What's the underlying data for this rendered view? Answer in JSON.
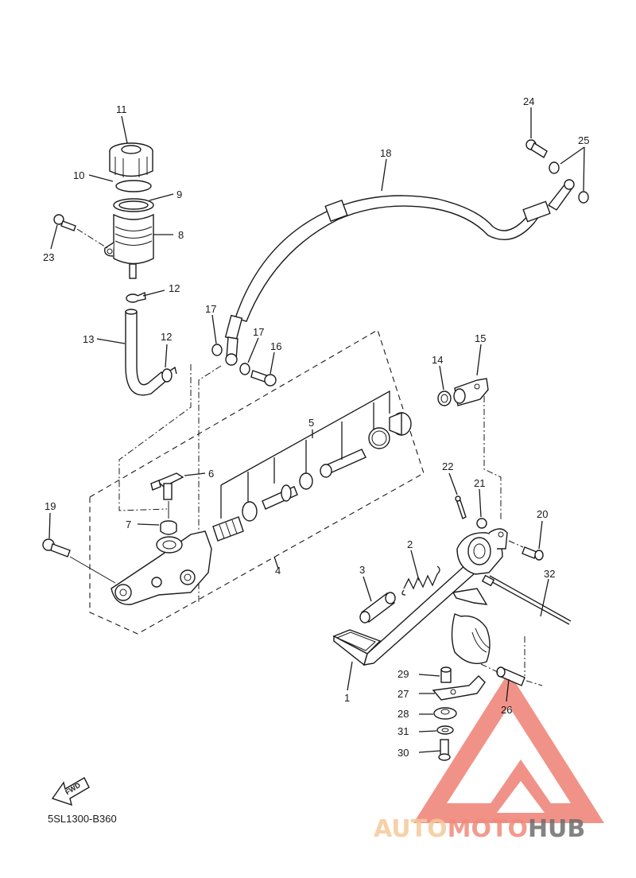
{
  "diagram_code": "5SL1300-B360",
  "fwd_label": "FWD",
  "watermark": {
    "part1": "AUTO",
    "part2": "MOTO",
    "part3": "HUB",
    "color_light": "#f5c99a",
    "color_mid": "#f08a7a",
    "color_dark": "#6e6e6e",
    "logo_color": "#e84a3a"
  },
  "callouts": {
    "c1": "1",
    "c2": "2",
    "c3": "3",
    "c4": "4",
    "c5": "5",
    "c6": "6",
    "c7": "7",
    "c8": "8",
    "c9": "9",
    "c10": "10",
    "c11": "11",
    "c12a": "12",
    "c12b": "12",
    "c13": "13",
    "c14": "14",
    "c15": "15",
    "c16": "16",
    "c17a": "17",
    "c17b": "17",
    "c18": "18",
    "c19": "19",
    "c20": "20",
    "c21": "21",
    "c22": "22",
    "c23": "23",
    "c24": "24",
    "c25": "25",
    "c26": "26",
    "c27": "27",
    "c28": "28",
    "c29": "29",
    "c30": "30",
    "c31": "31",
    "c32": "32"
  }
}
